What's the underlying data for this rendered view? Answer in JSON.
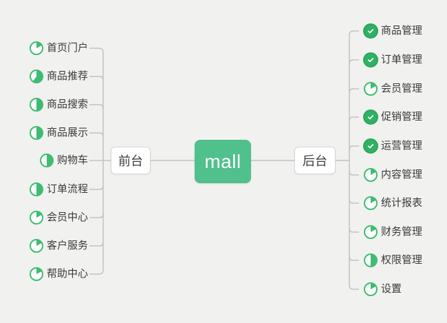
{
  "canvas": {
    "background_color": "#f1f1ef",
    "connector_color": "#c2c2c2"
  },
  "colors": {
    "central_node_green": "#50c08d",
    "progress_icon_green": "#3ebc73",
    "done_icon_green": "#30b163",
    "text_color": "#3a3a3a"
  },
  "center_node": {
    "label": "mall"
  },
  "left_branch": {
    "label": "前台",
    "items": [
      {
        "label": "首页门户",
        "icon": "progress-pie",
        "progress_percent": 17
      },
      {
        "label": "商品推荐",
        "icon": "progress-pie",
        "progress_percent": 60
      },
      {
        "label": "商品搜索",
        "icon": "progress-pie",
        "progress_percent": 50
      },
      {
        "label": "商品展示",
        "icon": "progress-pie",
        "progress_percent": 50
      },
      {
        "label": "购物车",
        "icon": "progress-pie",
        "progress_percent": 50
      },
      {
        "label": "订单流程",
        "icon": "progress-pie",
        "progress_percent": 50
      },
      {
        "label": "会员中心",
        "icon": "progress-pie",
        "progress_percent": 17
      },
      {
        "label": "客户服务",
        "icon": "progress-pie",
        "progress_percent": 17
      },
      {
        "label": "帮助中心",
        "icon": "progress-pie",
        "progress_percent": 17
      }
    ]
  },
  "right_branch": {
    "label": "后台",
    "items": [
      {
        "label": "商品管理",
        "icon": "check-done",
        "progress_percent": 100
      },
      {
        "label": "订单管理",
        "icon": "check-done",
        "progress_percent": 100
      },
      {
        "label": "会员管理",
        "icon": "progress-pie",
        "progress_percent": 17
      },
      {
        "label": "促销管理",
        "icon": "check-done",
        "progress_percent": 100
      },
      {
        "label": "运营管理",
        "icon": "check-done",
        "progress_percent": 100
      },
      {
        "label": "内容管理",
        "icon": "progress-pie",
        "progress_percent": 17
      },
      {
        "label": "统计报表",
        "icon": "progress-pie",
        "progress_percent": 17
      },
      {
        "label": "财务管理",
        "icon": "progress-pie",
        "progress_percent": 17
      },
      {
        "label": "权限管理",
        "icon": "progress-pie",
        "progress_percent": 50
      },
      {
        "label": "设置",
        "icon": "progress-pie",
        "progress_percent": 17
      }
    ]
  }
}
